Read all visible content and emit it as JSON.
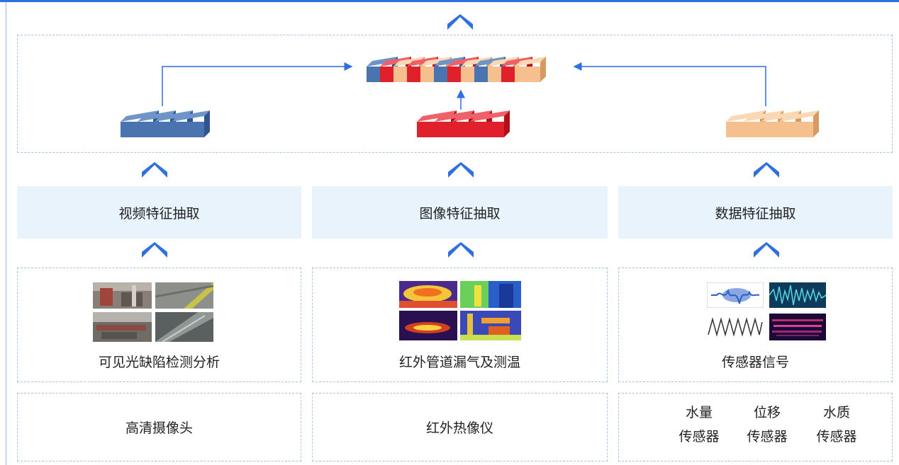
{
  "features": {
    "video": "视频特征抽取",
    "image": "图像特征抽取",
    "data": "数据特征抽取"
  },
  "sources": {
    "visible": "可见光缺陷检测分析",
    "infrared": "红外管道漏气及测温",
    "sensor_signal": "传感器信号"
  },
  "devices": {
    "camera": "高清摄像头",
    "thermal": "红外热像仪",
    "sensors": [
      {
        "line1": "水量",
        "line2": "传感器"
      },
      {
        "line1": "位移",
        "line2": "传感器"
      },
      {
        "line1": "水质",
        "line2": "传感器"
      }
    ]
  },
  "colors": {
    "accent": "#2f6fe0",
    "blue_block": "#4a74b0",
    "red_block": "#e0202a",
    "tan_block": "#f5c08e",
    "feature_bg": "#e8f3fb"
  }
}
